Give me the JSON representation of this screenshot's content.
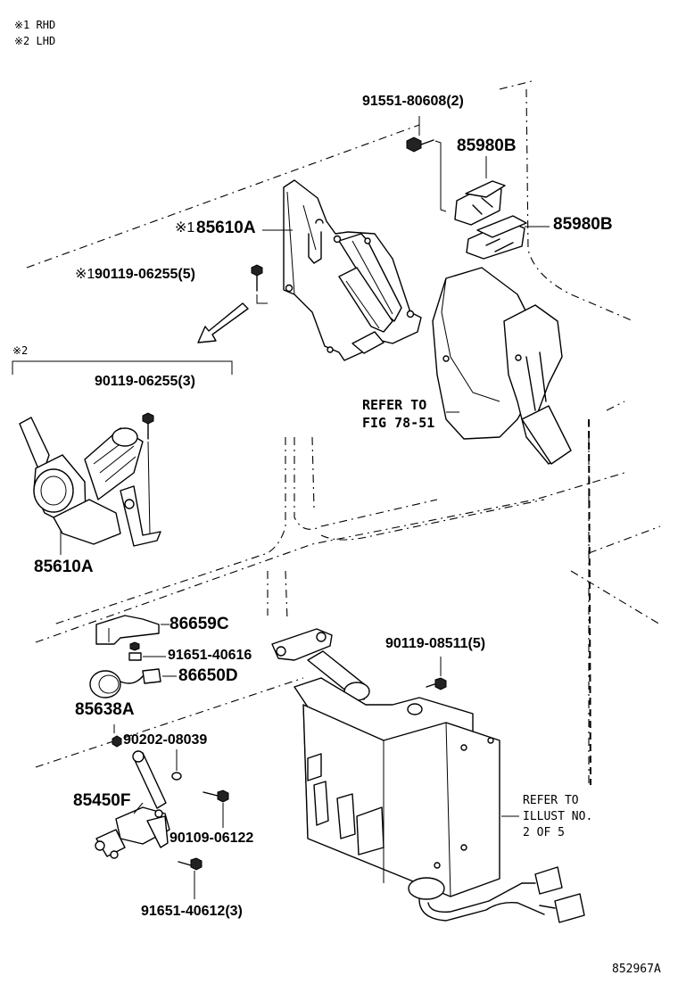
{
  "legend": {
    "note1": "※1 RHD",
    "note2": "※2 LHD"
  },
  "group_lhd_marker": "※2",
  "rhd_marker": "※1",
  "labels": {
    "bolt_91551_80608": "91551-80608(2)",
    "switch_85980B_upper": "85980B",
    "switch_85980B_lower": "85980B",
    "bracket_85610A": "85610A",
    "bolt_90119_06255_5": "90119-06255(5)",
    "bolt_90119_06255_3": "90119-06255(3)",
    "refer_fig_line1": "REFER TO",
    "refer_fig_line2": "FIG 78-51",
    "motor_85610A": "85610A",
    "bracket_86659C": "86659C",
    "bolt_91651_40616": "91651-40616",
    "sensor_86650D": "86650D",
    "sensor_85638A": "85638A",
    "bolt_90119_08511": "90119-08511(5)",
    "nut_90202_08039": "90202-08039",
    "sensor_85450F": "85450F",
    "bolt_90109_06122": "90109-06122",
    "bolt_91651_40612": "91651-40612(3)",
    "refer_illust_line1": "REFER TO",
    "refer_illust_line2": "ILLUST NO.",
    "refer_illust_line3": "2 OF 5",
    "figure_code": "852967A"
  }
}
